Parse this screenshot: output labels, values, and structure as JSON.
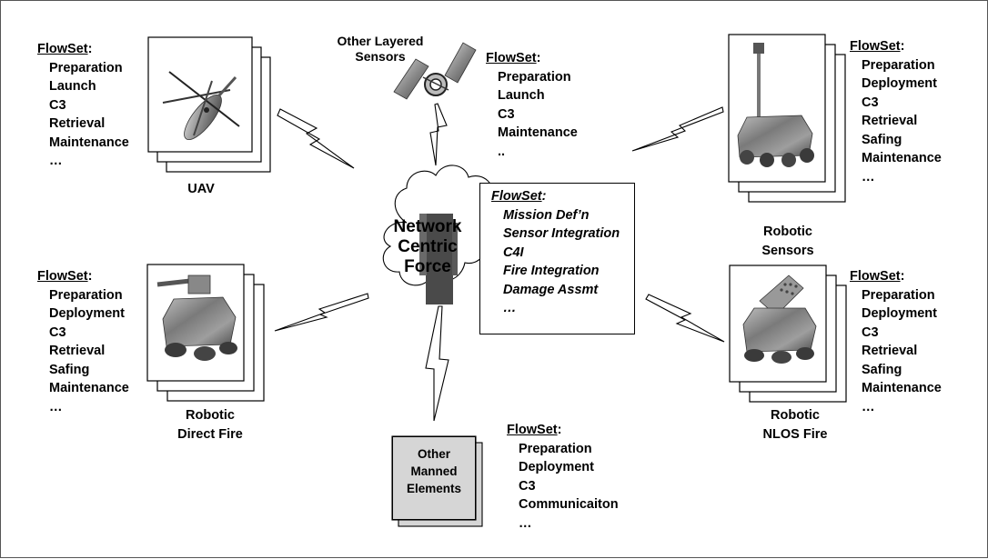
{
  "uav": {
    "label": "UAV",
    "flowset": {
      "heading": "FlowSet",
      "items": [
        "Preparation",
        "Launch",
        "C3",
        "Retrieval",
        "Maintenance",
        "…"
      ]
    }
  },
  "sensors": {
    "label_line1": "Other Layered",
    "label_line2": "Sensors",
    "flowset": {
      "heading": "FlowSet",
      "items": [
        "Preparation",
        "Launch",
        "C3",
        "Maintenance",
        ".."
      ]
    }
  },
  "robotic_sensors": {
    "label_line1": "Robotic",
    "label_line2": "Sensors",
    "flowset": {
      "heading": "FlowSet",
      "items": [
        "Preparation",
        "Deployment",
        "C3",
        "Retrieval",
        "Safing",
        "Maintenance",
        "…"
      ]
    }
  },
  "network": {
    "line1": "Network",
    "line2": "Centric",
    "line3": "Force",
    "flowset": {
      "heading": "FlowSet",
      "items": [
        "Mission Def’n",
        "Sensor Integration",
        "C4I",
        "Fire Integration",
        "Damage Assmt",
        "…"
      ]
    }
  },
  "direct_fire": {
    "label_line1": "Robotic",
    "label_line2": "Direct Fire",
    "flowset": {
      "heading": "FlowSet",
      "items": [
        "Preparation",
        "Deployment",
        "C3",
        "Retrieval",
        "Safing",
        "Maintenance",
        "…"
      ]
    }
  },
  "nlos_fire": {
    "label_line1": "Robotic",
    "label_line2": "NLOS Fire",
    "flowset": {
      "heading": "FlowSet",
      "items": [
        "Preparation",
        "Deployment",
        "C3",
        "Retrieval",
        "Safing",
        "Maintenance",
        "…"
      ]
    }
  },
  "manned": {
    "line1": "Other",
    "line2": "Manned",
    "line3": "Elements",
    "flowset": {
      "heading": "FlowSet",
      "items": [
        "Preparation",
        "Deployment",
        "C3",
        "Communicaiton",
        "…"
      ]
    }
  },
  "colors": {
    "stroke": "#000000",
    "page_shadow": "#ffffff",
    "manned_fill": "#d6d6d6",
    "cloud_fill": "#ffffff",
    "block_fill": "#4a4a4a"
  }
}
